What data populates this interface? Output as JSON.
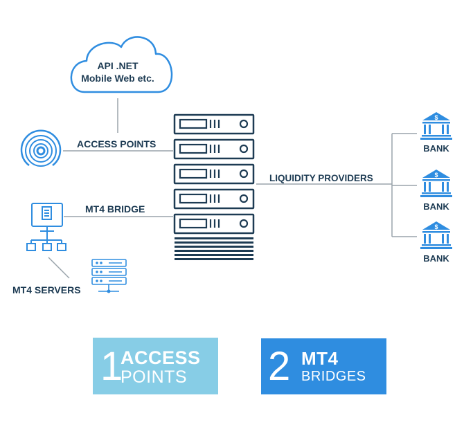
{
  "cloud": {
    "line1": "API .NET",
    "line2": "Mobile Web etc."
  },
  "labels": {
    "access_points": "ACCESS POINTS",
    "mt4_bridge": "MT4 BRIDGE",
    "mt4_servers": "MT4 SERVERS",
    "liquidity_providers": "LIQUIDITY PROVIDERS"
  },
  "banks": [
    "BANK",
    "BANK",
    "BANK"
  ],
  "cards": [
    {
      "number": "1",
      "line1": "ACCESS",
      "line2": "POINTS",
      "color": "#87cde6"
    },
    {
      "number": "2",
      "line1": "MT4",
      "line2": "BRIDGES",
      "color": "#2f8de0"
    }
  ],
  "colors": {
    "ink": "#1d3b53",
    "line": "#9aa4ab"
  }
}
